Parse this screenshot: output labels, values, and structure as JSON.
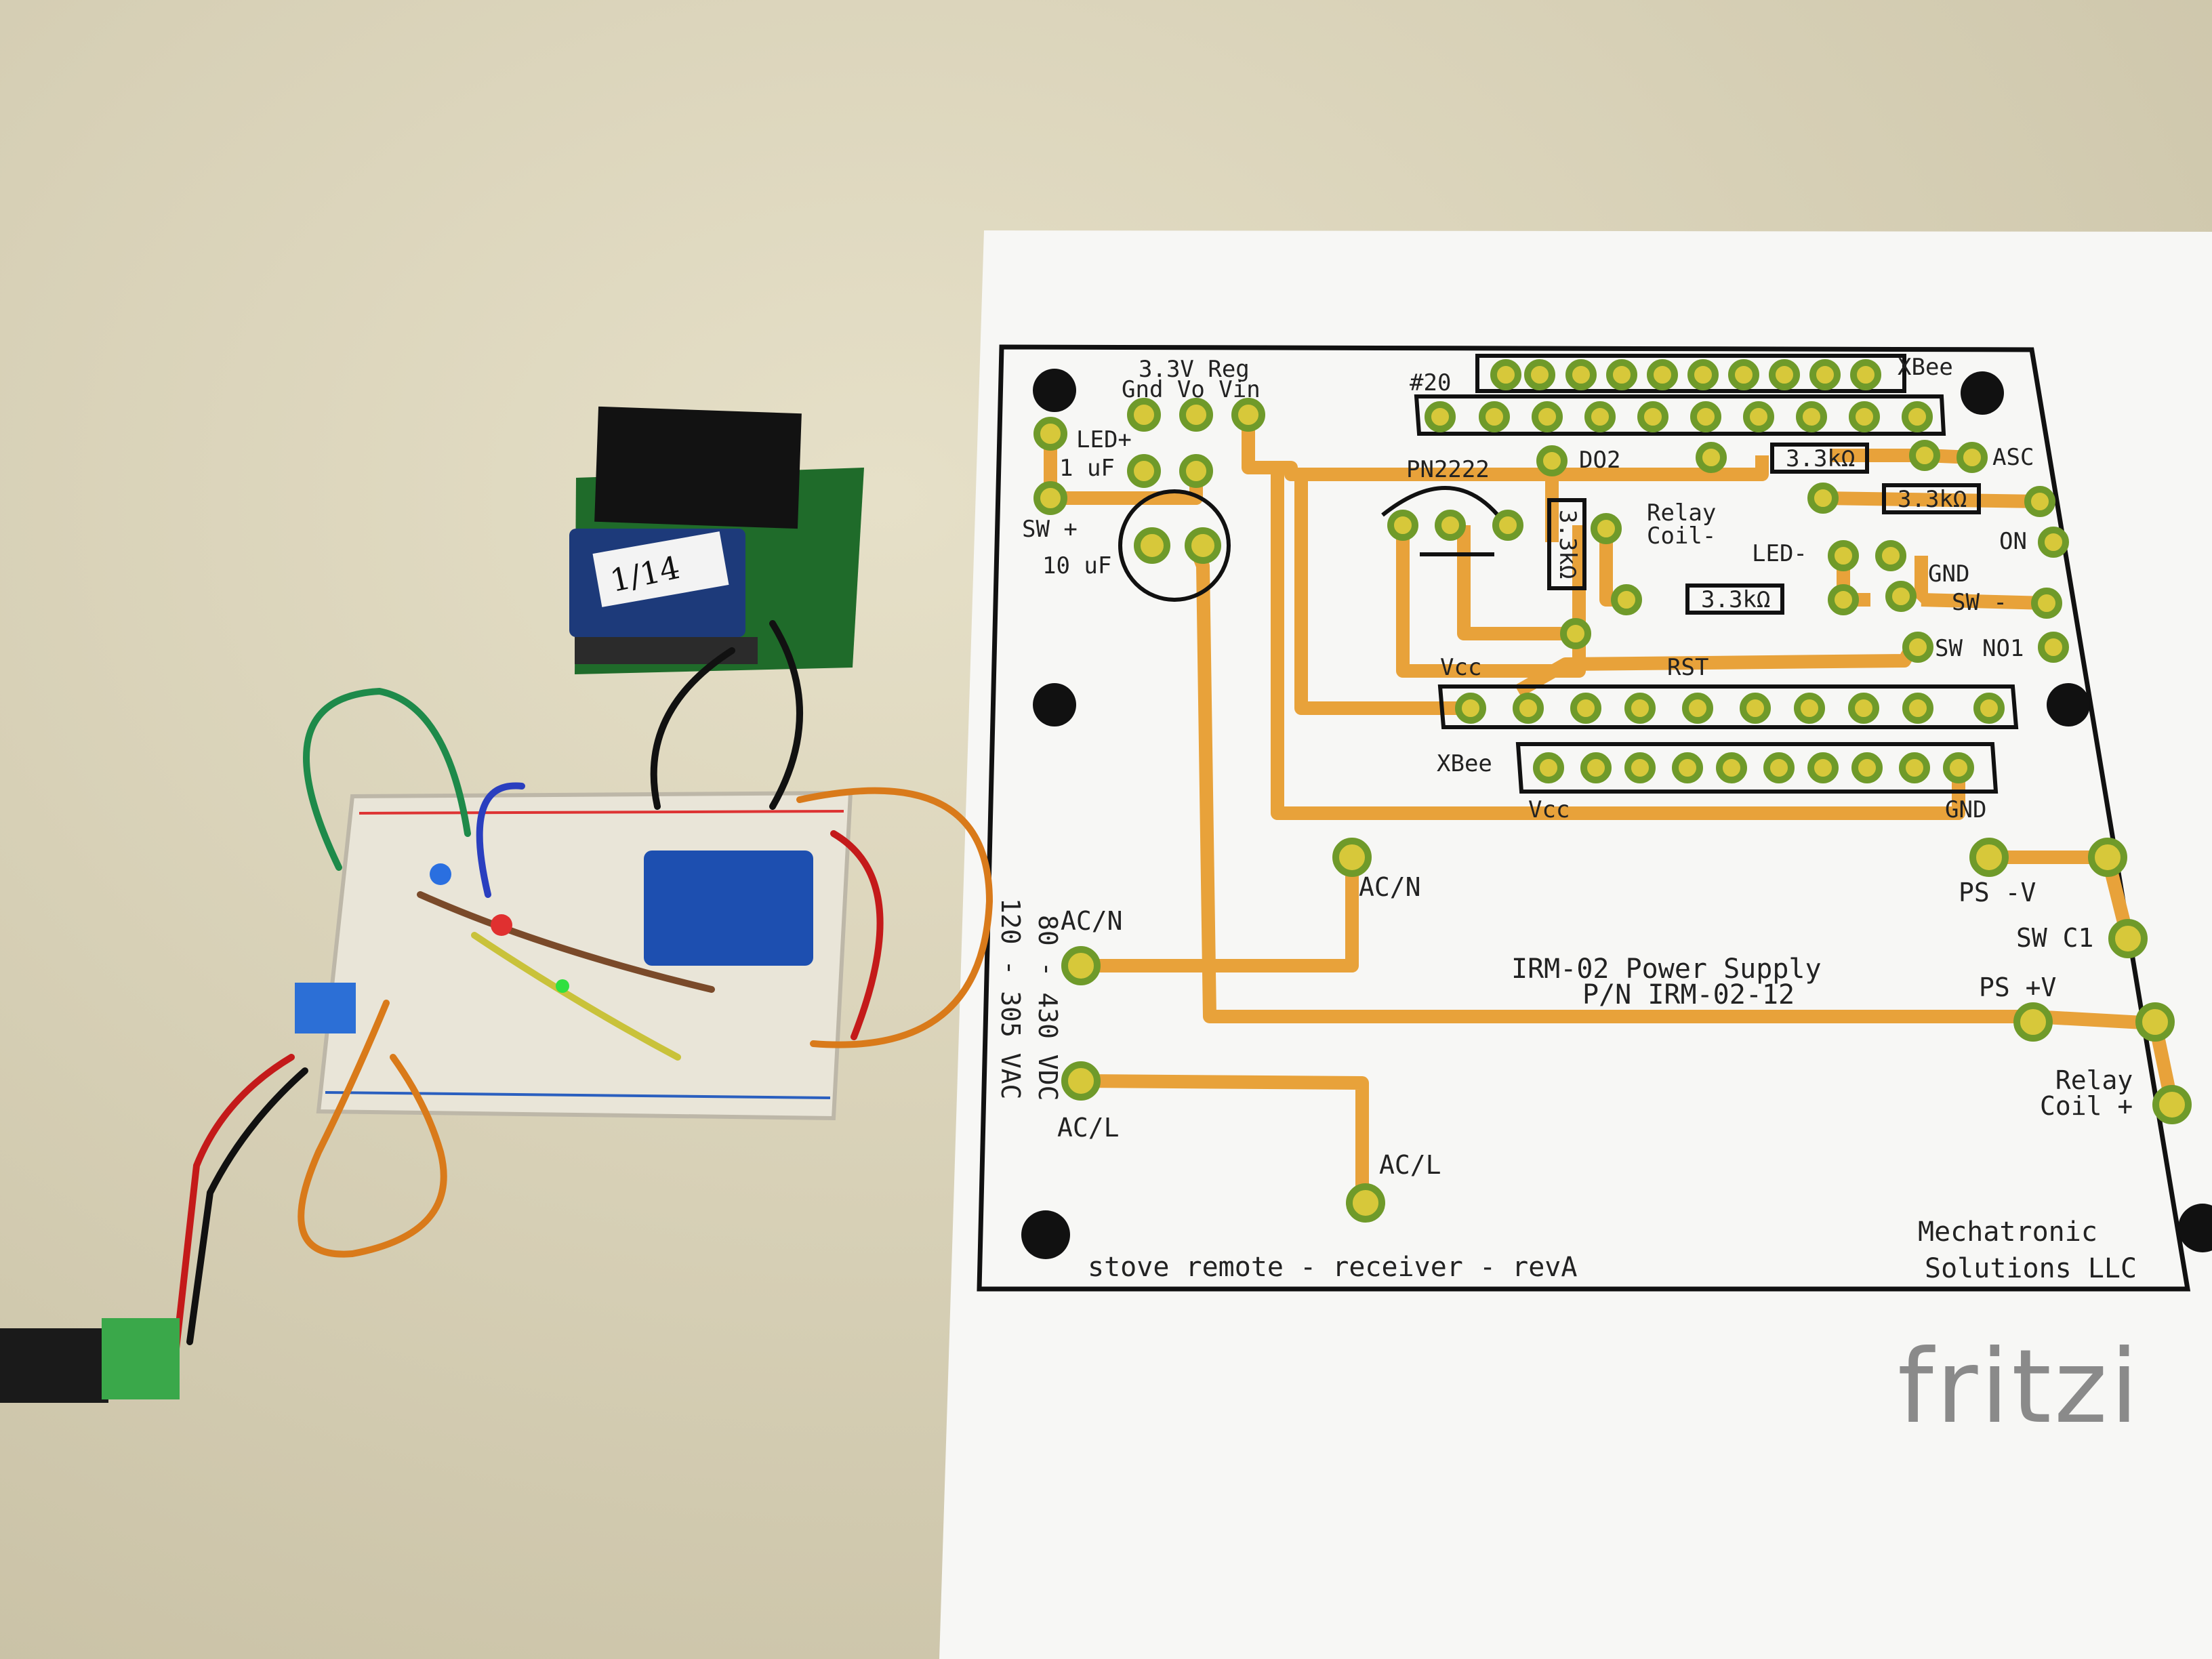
{
  "scene": "photo of breadboard prototype next to printed PCB layout",
  "colors": {
    "countertop": "#d9d2b8",
    "paper": "#f7f7f5",
    "trace": "#e8a23a",
    "pad": "#6f9a2a",
    "breadboard": "#e9e5d8",
    "pcb_green": "#1f6b2a"
  },
  "pcb_labels": {
    "reg": "3.3V Reg",
    "reg_pins": "Gnd Vo Vin",
    "led_plus": "LED+",
    "cap1": "1 uF",
    "sw_plus": "SW +",
    "cap10": "10 uF",
    "pin20": "#20",
    "xbee_top": "XBee",
    "do2": "DO2",
    "res1": "3.3kΩ",
    "asc": "ASC",
    "pn2222": "PN2222",
    "relay_coil_minus": "Relay\nCoil-",
    "res2": "3.3kΩ",
    "on": "ON",
    "res_vert": "3.3kΩ",
    "led_minus": "LED-",
    "gnd1": "GND",
    "res3": "3.3kΩ",
    "sw_minus": "SW -",
    "sw": "SW",
    "no1": "NO1",
    "vcc1": "Vcc",
    "rst": "RST",
    "xbee_bottom": "XBee",
    "vcc2": "Vcc",
    "gnd2": "GND",
    "acn_left": "AC/N",
    "acn_mid": "AC/N",
    "ps_minus": "PS -V",
    "sw_c1": "SW C1",
    "volt_range": "120 - 305 VAC",
    "volt_range2": "80 - 430 VDC",
    "title1": "IRM-02 Power Supply",
    "title2": "P/N IRM-02-12",
    "ps_plus": "PS +V",
    "relay_coil_plus": "Relay\nCoil +",
    "acl_left": "AC/L",
    "acl_mid": "AC/L",
    "company1": "Mechatronic",
    "company2": "Solutions LLC",
    "footer": "stove remote - receiver - revA"
  },
  "logo": "fritzi",
  "sticker": "1/14"
}
